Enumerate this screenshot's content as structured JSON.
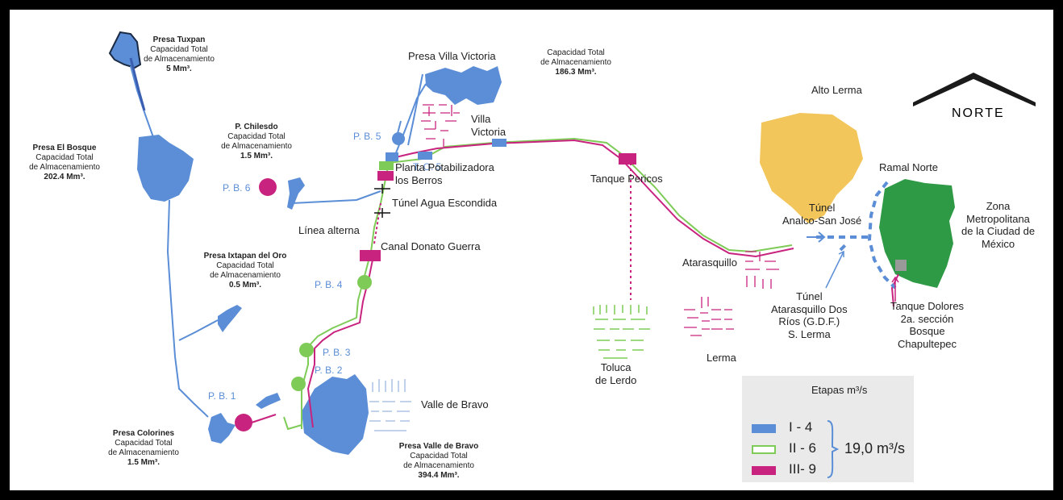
{
  "colors": {
    "stage1": "#5b8ed6",
    "stage2": "#7fcb57",
    "stage3": "#c8247f",
    "reservoir": "#5b8ed6",
    "alto_lerma": "#f2c65b",
    "mexico_city": "#2f9a45",
    "labels_pb": "#5b8ed6"
  },
  "dams": [
    {
      "name": "Presa Tuxpan",
      "line1": "Capacidad Total",
      "line2": "de Almacenamiento",
      "value": "5 Mm³."
    },
    {
      "name": "Presa El Bosque",
      "line1": "Capacidad Total",
      "line2": "de Almacenamiento",
      "value": "202.4 Mm³."
    },
    {
      "name": "P. Chilesdo",
      "line1": "Capacidad Total",
      "line2": "de Almacenamiento",
      "value": "1.5 Mm³."
    },
    {
      "name": "Presa Ixtapan del Oro",
      "line1": "Capacidad Total",
      "line2": "de Almacenamiento",
      "value": "0.5 Mm³."
    },
    {
      "name": "Presa Colorines",
      "line1": "Capacidad Total",
      "line2": "de Almacenamiento",
      "value": "1.5 Mm³."
    },
    {
      "name": "Presa Valle de Bravo",
      "line1": "Capacidad Total",
      "line2": "de Almacenamiento",
      "value": "394.4 Mm³."
    }
  ],
  "villa_victoria_capacity": {
    "line1": "Capacidad Total",
    "line2": "de Almacenamiento",
    "value": "186.3 Mm³."
  },
  "pumping_plants": [
    "P. B. 5",
    "P. B. 6",
    "P. B. 4",
    "P. B. 3",
    "P. B. 2",
    "P. B. 1",
    "T. O. 5"
  ],
  "places": {
    "presa_villa_victoria": "Presa Villa Victoria",
    "villa_victoria": "Villa\nVictoria",
    "planta": "Planta Potabilizadora\nlos Berros",
    "tunel_agua": "Túnel Agua Escondida",
    "linea_alterna": "Línea alterna",
    "canal": "Canal Donato Guerra",
    "tanque_pericos": "Tanque Pericos",
    "alto_lerma": "Alto Lerma",
    "norte": "NORTE",
    "ramal_norte": "Ramal Norte",
    "zona_metro": "Zona\nMetropolitana\nde la Ciudad de\nMéxico",
    "tunel_analco": "Túnel\nAnalco-San José",
    "atarasquillo": "Atarasquillo",
    "tunel_atarasquillo": "Túnel\nAtarasquillo Dos\nRíos (G.D.F.)\nS. Lerma",
    "tanque_dolores": "Tanque Dolores\n2a. sección\nBosque\nChapultepec",
    "toluca": "Toluca\nde Lerdo",
    "lerma": "Lerma",
    "valle_de_bravo": "Valle de Bravo"
  },
  "legend": {
    "title": "Etapas m³/s",
    "items": [
      "I - 4",
      "II - 6",
      "III- 9"
    ],
    "total": "19,0 m³/s"
  }
}
